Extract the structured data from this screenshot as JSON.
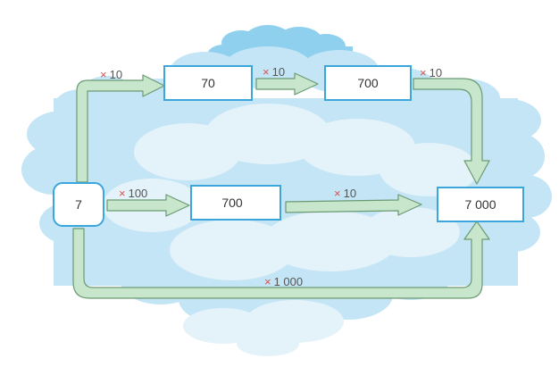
{
  "colors": {
    "box_border": "#3aa6dc",
    "arrow_fill": "#c8e6cc",
    "arrow_stroke": "#6a9a72",
    "cloud_dark": "#8fd0ef",
    "cloud_mid": "#c4e5f5",
    "cloud_light": "#e4f2fa",
    "times_sign": "#d9534f"
  },
  "nodes": {
    "start": "7",
    "top_first": "70",
    "top_second": "700",
    "middle": "700",
    "result": "7 000"
  },
  "operations": {
    "times_sign": "×",
    "start_to_top_first": "10",
    "top_first_to_top_second": "10",
    "top_second_to_result": "10",
    "start_to_middle": "100",
    "middle_to_result": "10",
    "start_to_result": "1 000"
  }
}
